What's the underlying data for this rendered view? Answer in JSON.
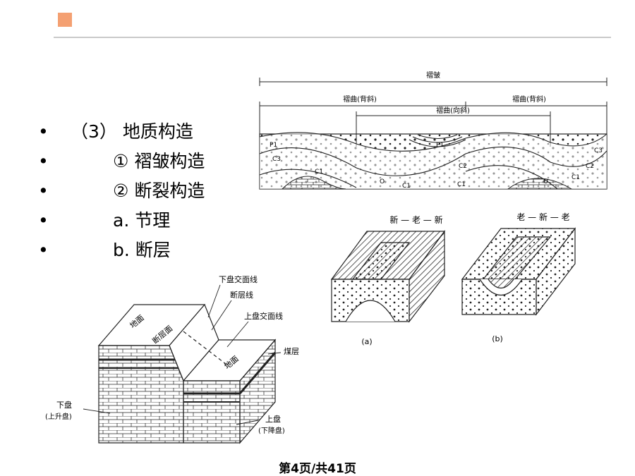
{
  "bullets": [
    {
      "text": "（3） 地质构造",
      "indent": 46
    },
    {
      "text": "① 褶皱构造",
      "indent": 106
    },
    {
      "text": "② 断裂构造",
      "indent": 106
    },
    {
      "text": "a. 节理",
      "indent": 106
    },
    {
      "text": "b. 断层",
      "indent": 106
    }
  ],
  "bullet_symbol": "•",
  "fold_section": {
    "top_label": "褶皱",
    "left_label": "褶曲(背斜)",
    "middle_label": "褶曲(向斜)",
    "right_label": "褶曲(背斜)",
    "strata": [
      "P1",
      "P1",
      "C3",
      "C2",
      "C1",
      "O",
      "C1",
      "C2",
      "C3",
      "C1",
      "O",
      "C1"
    ]
  },
  "fold_blocks": {
    "a_top": "新 — 老 — 新",
    "b_top": "老 — 新 — 老",
    "a_caption": "(a)",
    "b_caption": "(b)"
  },
  "fault_block": {
    "footwall_trace": "下盘交面线",
    "fault_line": "断层线",
    "hangingwall_trace": "上盘交面线",
    "coal_seam": "煤层",
    "ground_surface": "地面",
    "fault_plane": "断层面",
    "ground_surface_2": "地面",
    "footwall": "下盘",
    "footwall_note": "(上升盘)",
    "hangingwall": "上盘",
    "hangingwall_note": "(下降盘)"
  },
  "footer": "第4页/共41页",
  "colors": {
    "accent": "#f4a072",
    "rule": "#c9c9c9",
    "line": "#1a1a1a"
  }
}
